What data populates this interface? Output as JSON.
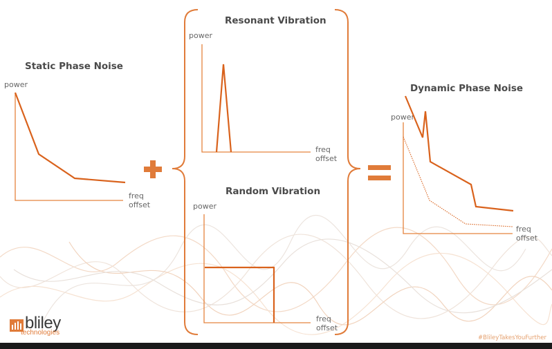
{
  "static": {
    "title": "Static Phase Noise",
    "ylabel": "power",
    "xlabel1": "freq",
    "xlabel2": "offset"
  },
  "resonant": {
    "title": "Resonant Vibration",
    "ylabel": "power",
    "xlabel1": "freq",
    "xlabel2": "offset"
  },
  "random": {
    "title": "Random Vibration",
    "ylabel": "power",
    "xlabel1": "freq",
    "xlabel2": "offset"
  },
  "dynamic": {
    "title": "Dynamic Phase Noise",
    "ylabel": "power",
    "xlabel1": "freq",
    "xlabel2": "offset"
  },
  "operators": {
    "plus": "+",
    "equals": "="
  },
  "footer": {
    "logo_text": "bliley",
    "logo_sub": "technologies",
    "hashtag": "#BlileyTakesYouFurther"
  },
  "colors": {
    "accent": "#e07b39",
    "curve": "#d9621c",
    "text": "#4a4a4a"
  }
}
